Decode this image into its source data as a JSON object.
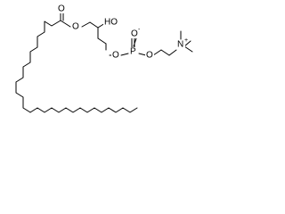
{
  "structure": {
    "atoms": {
      "ester_carbonyl_o": "O",
      "ester_o": "O",
      "hydroxyl": "HO",
      "phosphate_o_top": "O",
      "phosphate_o_left": "O",
      "phosphate_o_right": "O",
      "phosphorus": "P",
      "nitrogen": "N"
    },
    "charges": {
      "phosphate_minus": "-",
      "nitrogen_plus": "+"
    }
  }
}
